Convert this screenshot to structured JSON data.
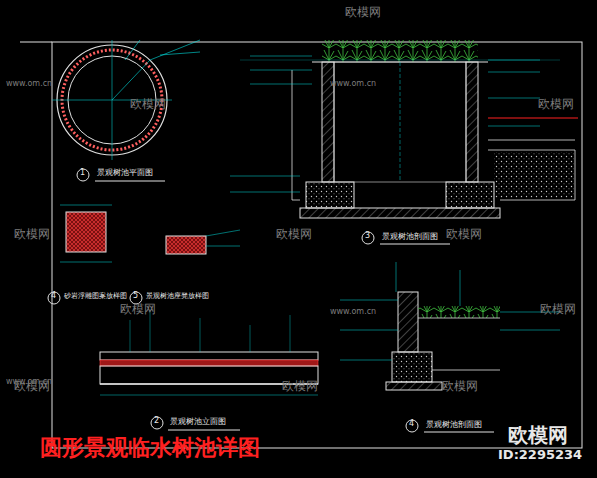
{
  "diagram": {
    "title": "圆形景观临水树池详图",
    "labels": [
      "1",
      "景观树池平面图",
      "2",
      "景观树池立面图",
      "3",
      "景观树池剖面图",
      "4",
      "砂岩浮雕图案放样图",
      "5",
      "景观树池座凳放样图",
      "4",
      "景观树池剖面图",
      "欧模网",
      "欧模网",
      "欧模网",
      "欧模网",
      "欧模网",
      "欧模网",
      "欧模网",
      "欧模网",
      "欧模网",
      "欧模网",
      "欧模网",
      "www.om.cn",
      "www.om.cn",
      "www.om.cn",
      "www.om.cn",
      "欧模网",
      "ID:2295234"
    ]
  }
}
